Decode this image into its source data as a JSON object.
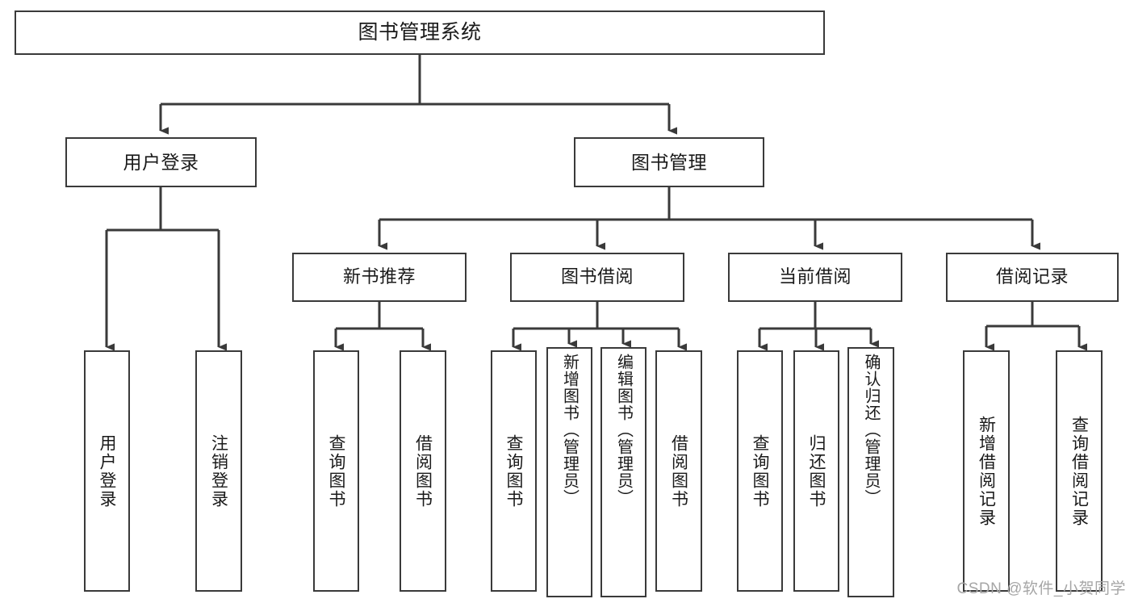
{
  "diagram": {
    "type": "tree",
    "title": "图书管理系统",
    "orientation": "top-down",
    "line_color": "#3a3a3a",
    "box_fill": "#ffffff",
    "text_color": "#1a1a1a"
  },
  "nodes": {
    "root": {
      "label": "图书管理系统"
    },
    "level1": [
      {
        "label": "用户登录"
      },
      {
        "label": "图书管理"
      }
    ],
    "level2": [
      {
        "label": "新书推荐"
      },
      {
        "label": "图书借阅"
      },
      {
        "label": "当前借阅"
      },
      {
        "label": "借阅记录"
      }
    ],
    "leaves": {
      "user_login": [
        {
          "label": "用户登录"
        },
        {
          "label": "注销登录"
        }
      ],
      "new_book": [
        {
          "label": "查询图书"
        },
        {
          "label": "借阅图书"
        }
      ],
      "book_borrow": [
        {
          "label": "查询图书"
        },
        {
          "label": "新增图书（管理员）"
        },
        {
          "label": "编辑图书（管理员）"
        },
        {
          "label": "借阅图书"
        }
      ],
      "current_borrow": [
        {
          "label": "查询图书"
        },
        {
          "label": "归还图书"
        },
        {
          "label": "确认归还（管理员）"
        }
      ],
      "borrow_record": [
        {
          "label": "新增借阅记录"
        },
        {
          "label": "查询借阅记录"
        }
      ]
    }
  },
  "watermark": {
    "text": "CSDN @软件_小贺同学"
  }
}
